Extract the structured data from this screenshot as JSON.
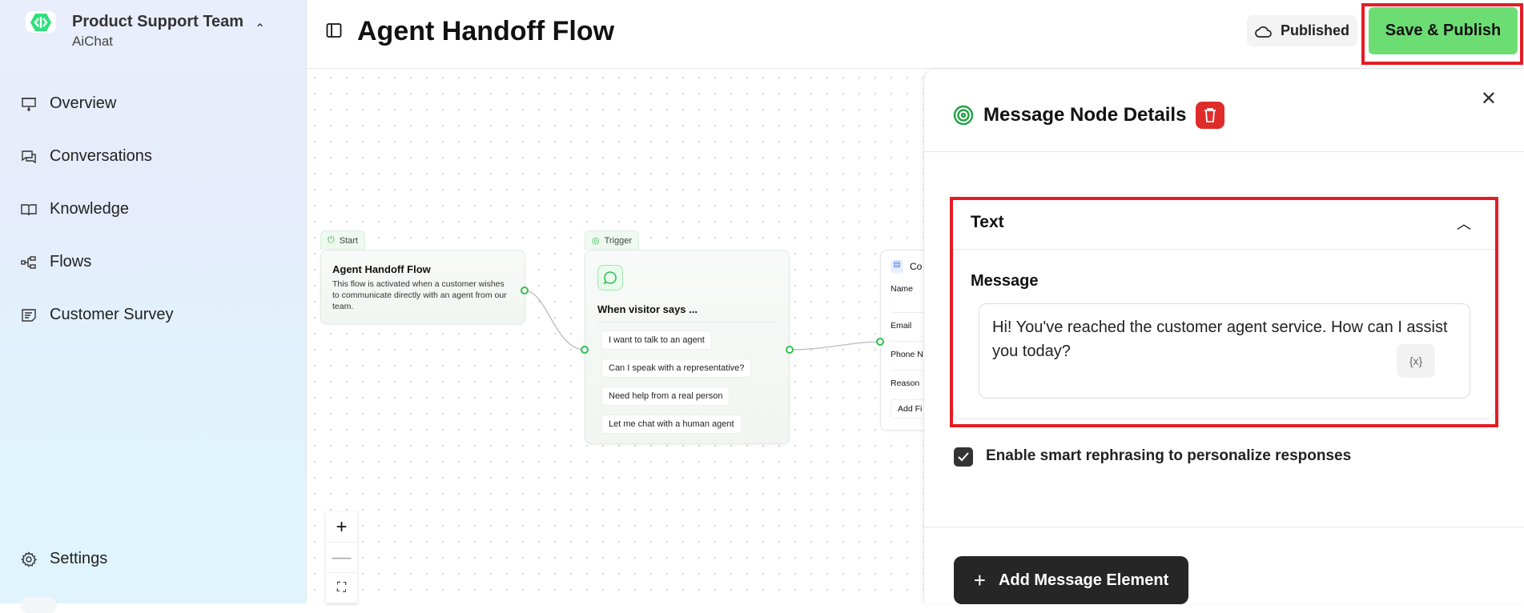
{
  "sidebar": {
    "team_name": "Product Support Team",
    "app_name": "AiChat",
    "items": [
      {
        "label": "Overview",
        "icon": "presentation-icon"
      },
      {
        "label": "Conversations",
        "icon": "chat-bubbles-icon"
      },
      {
        "label": "Knowledge",
        "icon": "book-icon"
      },
      {
        "label": "Flows",
        "icon": "flow-icon"
      },
      {
        "label": "Customer Survey",
        "icon": "survey-icon"
      }
    ],
    "settings_label": "Settings"
  },
  "header": {
    "title": "Agent Handoff Flow",
    "status_label": "Published",
    "save_label": "Save & Publish"
  },
  "canvas": {
    "start_node": {
      "tab": "Start",
      "title": "Agent Handoff Flow",
      "description": "This flow is activated when a customer wishes to communicate directly with an agent from our team."
    },
    "trigger_node": {
      "tab": "Trigger",
      "title": "When visitor says ...",
      "phrases": [
        "I want to talk to an agent",
        "Can I speak with a representative?",
        "Need help from a real person",
        "Let me chat with a human agent"
      ]
    },
    "collect_node": {
      "tab": "Co",
      "fields": [
        "Name",
        "Email",
        "Phone N",
        "Reason"
      ],
      "add_label": "Add Fi"
    },
    "zoom_controls": {
      "zoom_in": "+",
      "zoom_out": "—"
    }
  },
  "panel": {
    "title": "Message Node Details",
    "section_title": "Text",
    "message_label": "Message",
    "message_value": "Hi! You've reached the customer agent service. How can I assist you today?",
    "variable_button": "{x}",
    "rephrase_label": "Enable smart rephrasing to personalize responses",
    "rephrase_checked": true,
    "add_element_label": "Add Message Element"
  },
  "colors": {
    "accent": "#6cdd72",
    "highlight": "#e31d25",
    "delete": "#e02b2b"
  }
}
